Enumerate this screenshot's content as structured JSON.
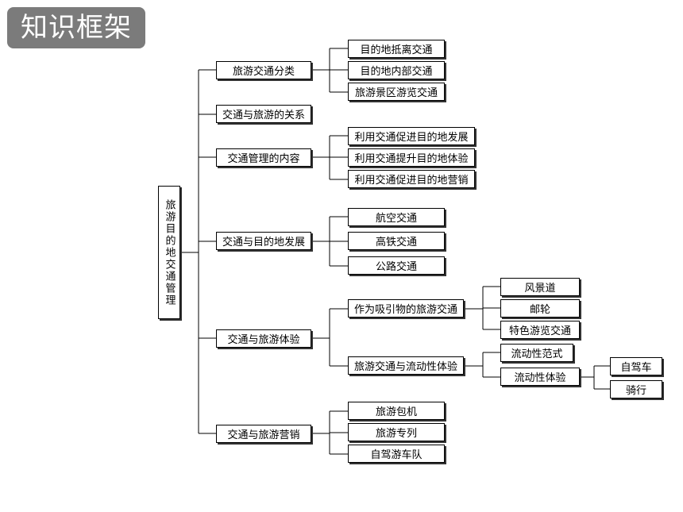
{
  "header": {
    "title": "知识框架"
  },
  "root": "旅游目的地交通管理",
  "branches": [
    {
      "label": "旅游交通分类",
      "children": [
        "目的地抵离交通",
        "目的地内部交通",
        "旅游景区游览交通"
      ]
    },
    {
      "label": "交通与旅游的关系",
      "children": []
    },
    {
      "label": "交通管理的内容",
      "children": [
        "利用交通促进目的地发展",
        "利用交通提升目的地体验",
        "利用交通促进目的地营销"
      ]
    },
    {
      "label": "交通与目的地发展",
      "children": [
        "航空交通",
        "高铁交通",
        "公路交通"
      ]
    },
    {
      "label": "交通与旅游体验",
      "children": [
        {
          "label": "作为吸引物的旅游交通",
          "children": [
            "风景道",
            "邮轮",
            "特色游览交通"
          ]
        },
        {
          "label": "旅游交通与流动性体验",
          "children": [
            {
              "label": "流动性范式",
              "children": []
            },
            {
              "label": "流动性体验",
              "children": [
                "自驾车",
                "骑行"
              ]
            }
          ]
        }
      ]
    },
    {
      "label": "交通与旅游营销",
      "children": [
        "旅游包机",
        "旅游专列",
        "自驾游车队"
      ]
    }
  ]
}
